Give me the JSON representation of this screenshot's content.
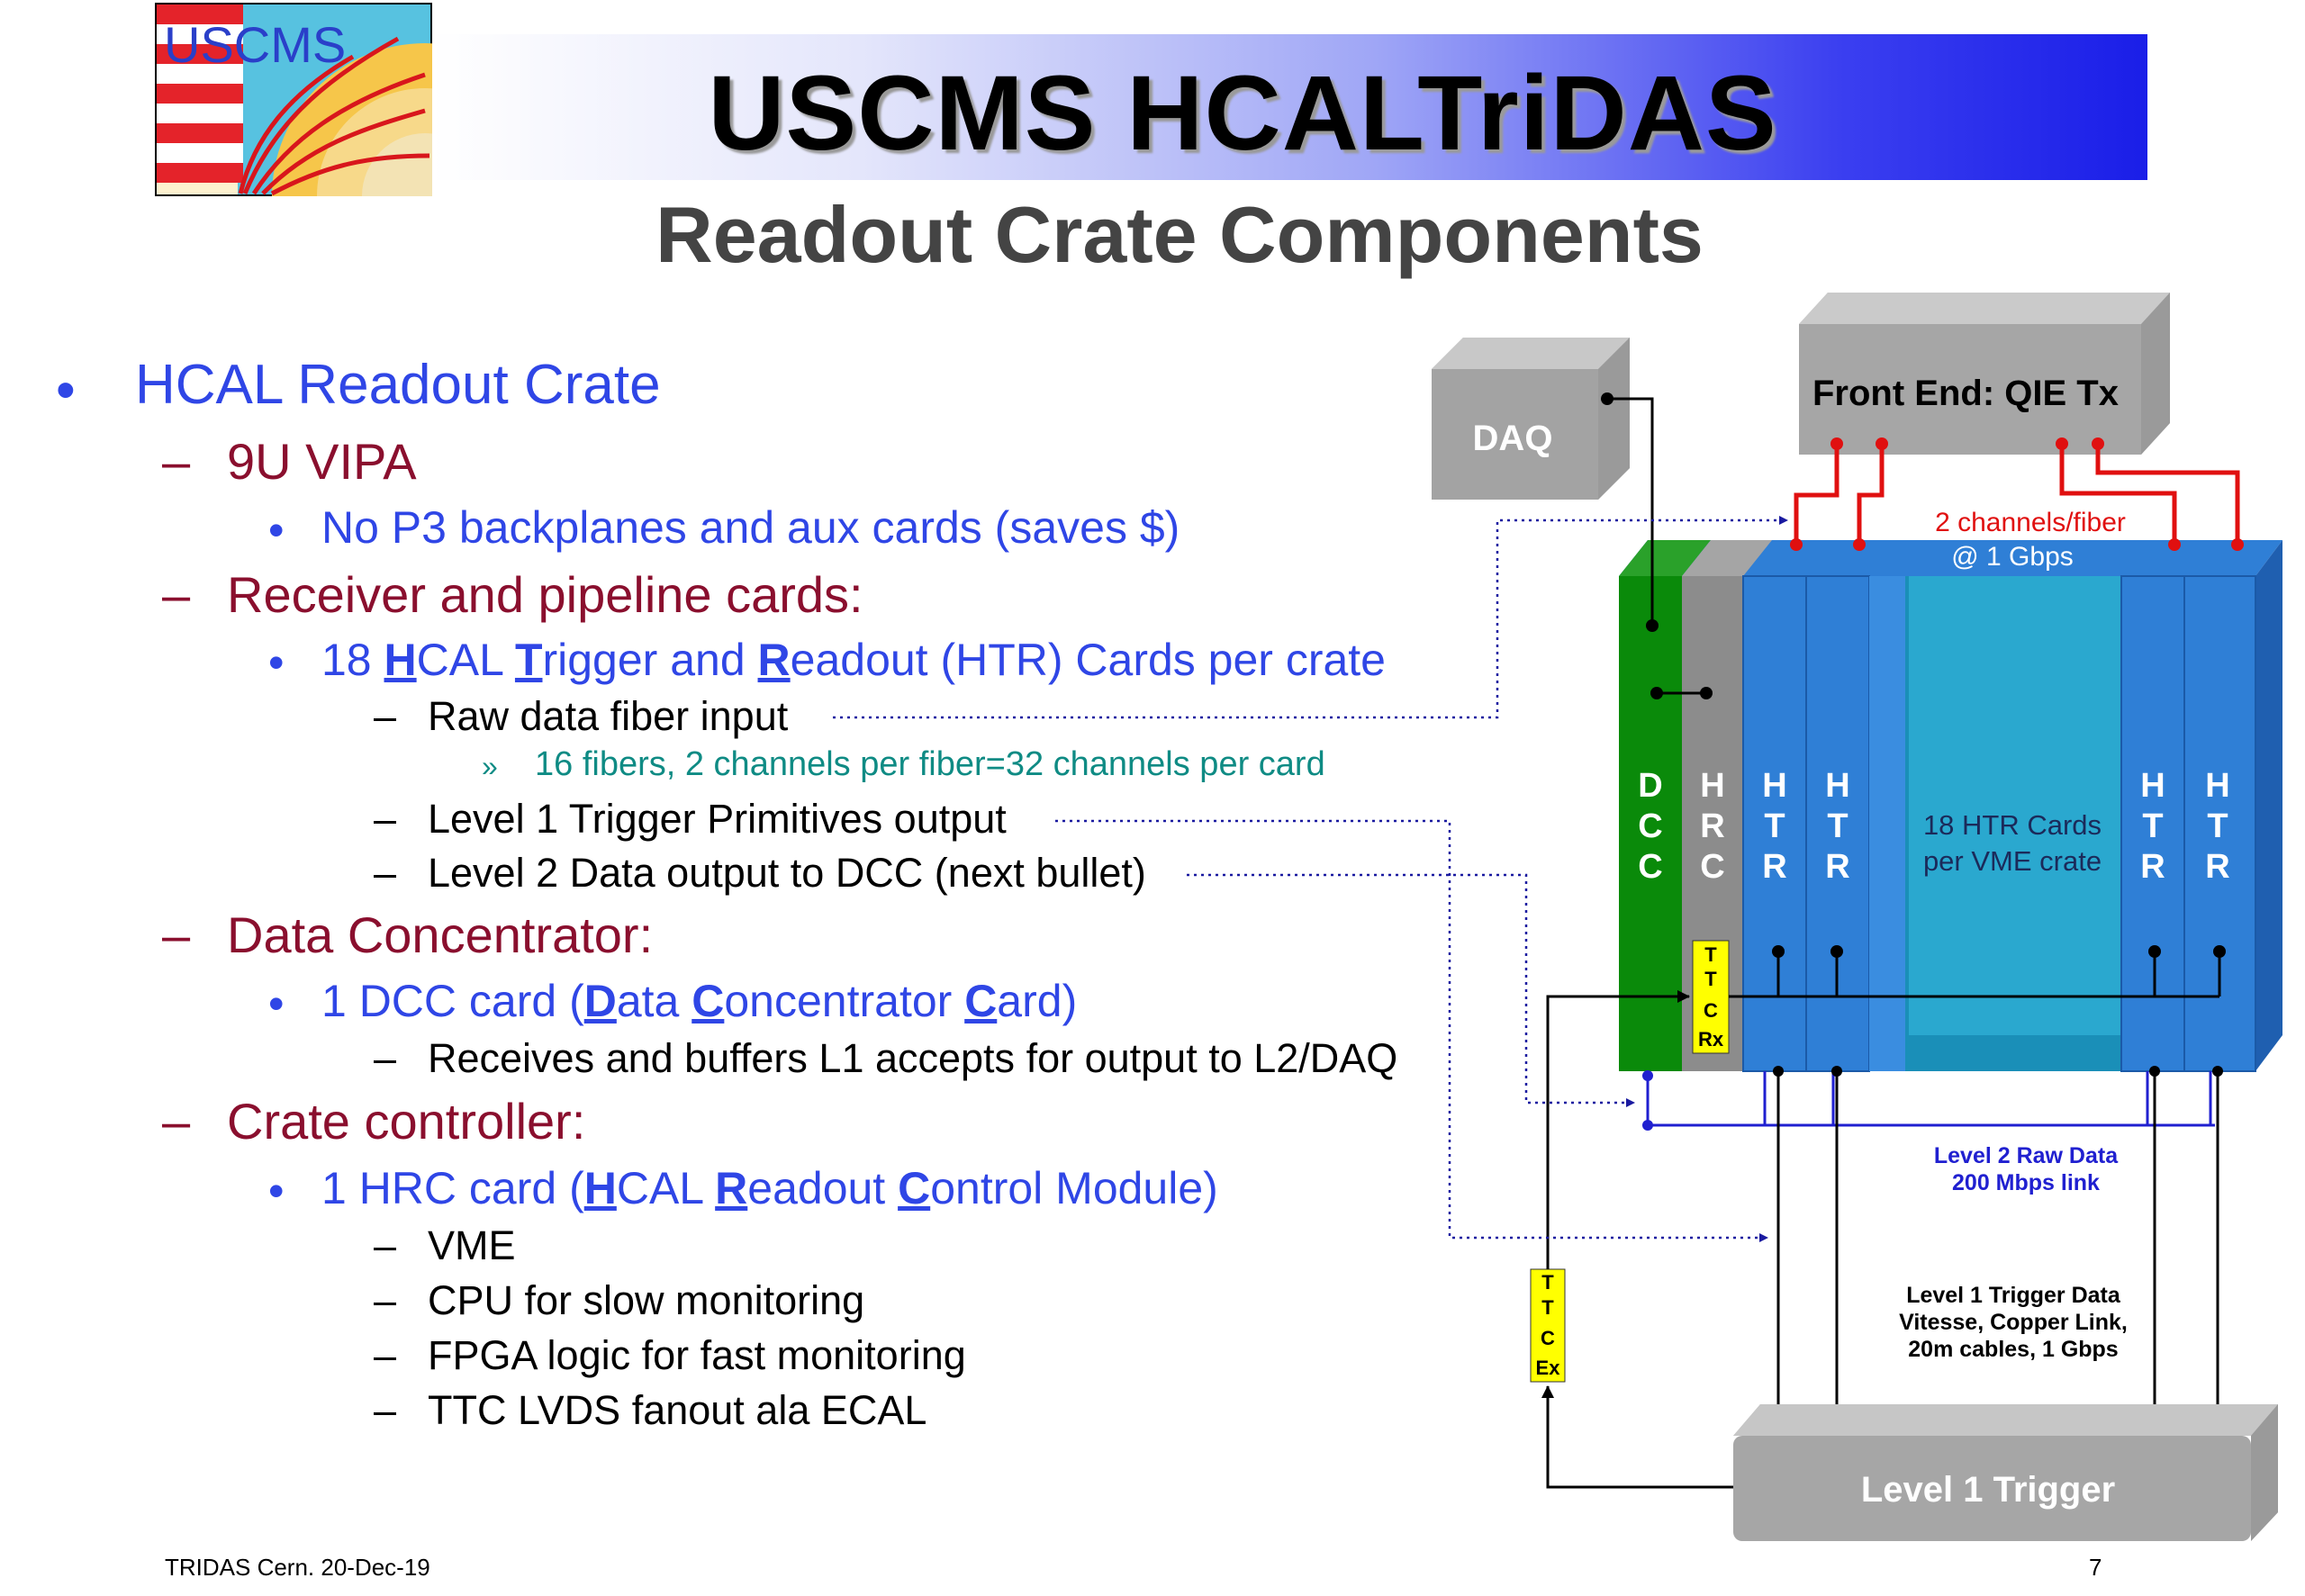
{
  "header": {
    "title": "USCMS HCALTriDAS",
    "subtitle": "Readout Crate Components",
    "logo_text": "USCMS"
  },
  "outline": {
    "bullet": "•",
    "dash": "–",
    "chevron": "»",
    "l1_crate": "HCAL Readout Crate",
    "vipa": "9U VIPA",
    "vipa_note": "No P3 backplanes and aux cards (saves $)",
    "receiver": "Receiver and pipeline cards:",
    "htr_line": {
      "pre": "18 ",
      "h": "H",
      "a": "CAL ",
      "t": "T",
      "b": "rigger and ",
      "r": "R",
      "c": "eadout  (HTR) Cards per crate"
    },
    "raw_fiber": "Raw data fiber input",
    "fibers": "16 fibers, 2 channels per fiber=32 channels per card",
    "l1_prims": "Level 1 Trigger Primitives output",
    "l2_out": "Level 2 Data output to DCC (next bullet)",
    "concentrator": "Data Concentrator:",
    "dcc_line": {
      "pre": "1 DCC card (",
      "d": "D",
      "a": "ata ",
      "c1": "C",
      "b": "oncentrator ",
      "c2": "C",
      "c": "ard)"
    },
    "dcc_desc": "Receives and buffers L1 accepts for output to L2/DAQ",
    "controller": "Crate controller:",
    "hrc_line": {
      "pre": "1 HRC card (",
      "h": "H",
      "a": "CAL ",
      "r": "R",
      "b": "eadout ",
      "c1": "C",
      "c": "ontrol Module)"
    },
    "vme": "VME",
    "cpu": "CPU for slow monitoring",
    "fpga": "FPGA logic for fast monitoring",
    "ttc": "TTC LVDS fanout ala ECAL"
  },
  "diagram": {
    "daq": "DAQ",
    "front_end": "Front End:  QIE Tx",
    "channels_1": "2 channels/fiber",
    "channels_2": "@ 1 Gbps",
    "dcc_letters": [
      "D",
      "C",
      "C"
    ],
    "hrc_letters": [
      "H",
      "R",
      "C"
    ],
    "htr_letters": [
      "H",
      "T",
      "R"
    ],
    "htr_mid_1": "18 HTR Cards",
    "htr_mid_2": "per VME crate",
    "ttc_rx": [
      "T",
      "T",
      "C",
      "Rx"
    ],
    "ttc_ex": [
      "T",
      "T",
      "C",
      "Ex"
    ],
    "l2_link_1": "Level 2 Raw Data",
    "l2_link_2": "200 Mbps link",
    "l1_data_1": "Level 1 Trigger Data",
    "l1_data_2": "Vitesse, Copper Link,",
    "l1_data_3": "20m cables, 1 Gbps",
    "level1_trigger": "Level 1 Trigger",
    "colors": {
      "dcc_green": "#0a8a0a",
      "hrc_gray": "#8c8c8c",
      "htr_blue": "#2f7fd6",
      "mid_teal": "#1e9bc4",
      "ttc_yellow": "#ffff00",
      "fiber_red": "#e01010",
      "l2_blue": "#2020d0"
    }
  },
  "footer": {
    "left": "TRIDAS Cern. 20-Dec-19",
    "page": "7"
  }
}
